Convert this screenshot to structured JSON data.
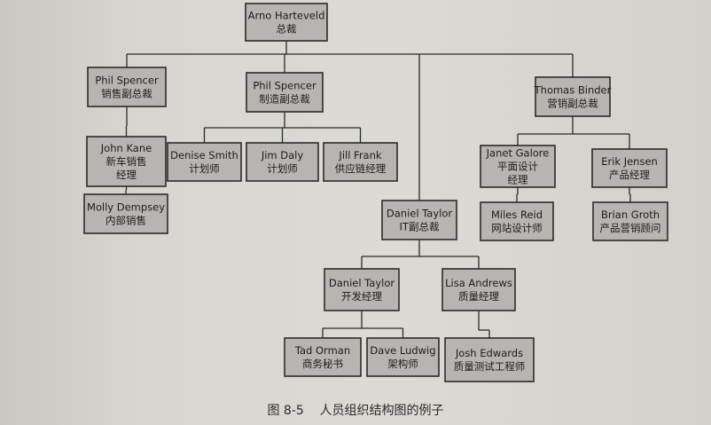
{
  "nodes": [
    {
      "id": "arno",
      "lines": [
        "Arno Harteveld",
        "总裁"
      ]
    },
    {
      "id": "phil-sales",
      "lines": [
        "Phil Spencer",
        "销售副总裁"
      ]
    },
    {
      "id": "phil-mfg",
      "lines": [
        "Phil Spencer",
        "制造副总裁"
      ]
    },
    {
      "id": "thomas",
      "lines": [
        "Thomas Binder",
        "营销副总裁"
      ]
    },
    {
      "id": "john",
      "lines": [
        "John Kane",
        "新车销售",
        "经理"
      ]
    },
    {
      "id": "molly",
      "lines": [
        "Molly Dempsey",
        "内部销售"
      ]
    },
    {
      "id": "denise",
      "lines": [
        "Denise Smith",
        "计划师"
      ]
    },
    {
      "id": "jim",
      "lines": [
        "Jim Daly",
        "计划师"
      ]
    },
    {
      "id": "jill",
      "lines": [
        "Jill Frank",
        "供应链经理"
      ]
    },
    {
      "id": "daniel-it",
      "lines": [
        "Daniel Taylor",
        "IT副总裁"
      ]
    },
    {
      "id": "janet",
      "lines": [
        "Janet Galore",
        "平面设计",
        "经理"
      ]
    },
    {
      "id": "erik",
      "lines": [
        "Erik Jensen",
        "产品经理"
      ]
    },
    {
      "id": "miles",
      "lines": [
        "Miles Reid",
        "网站设计师"
      ]
    },
    {
      "id": "brian",
      "lines": [
        "Brian Groth",
        "产品营销顾问"
      ]
    },
    {
      "id": "daniel-dev",
      "lines": [
        "Daniel Taylor",
        "开发经理"
      ]
    },
    {
      "id": "lisa",
      "lines": [
        "Lisa Andrews",
        "质量经理"
      ]
    },
    {
      "id": "tad",
      "lines": [
        "Tad Orman",
        "商务秘书"
      ]
    },
    {
      "id": "dave",
      "lines": [
        "Dave Ludwig",
        "架构师"
      ]
    },
    {
      "id": "josh",
      "lines": [
        "Josh Edwards",
        "质量测试工程师"
      ]
    }
  ],
  "edges": [
    [
      "arno",
      "phil-sales"
    ],
    [
      "arno",
      "phil-mfg"
    ],
    [
      "arno",
      "thomas"
    ],
    [
      "arno",
      "daniel-it"
    ],
    [
      "phil-sales",
      "john"
    ],
    [
      "john",
      "molly"
    ],
    [
      "phil-mfg",
      "denise"
    ],
    [
      "phil-mfg",
      "jim"
    ],
    [
      "phil-mfg",
      "jill"
    ],
    [
      "thomas",
      "janet"
    ],
    [
      "thomas",
      "erik"
    ],
    [
      "janet",
      "miles"
    ],
    [
      "erik",
      "brian"
    ],
    [
      "daniel-it",
      "daniel-dev"
    ],
    [
      "daniel-it",
      "lisa"
    ],
    [
      "daniel-dev",
      "tad"
    ],
    [
      "daniel-dev",
      "dave"
    ],
    [
      "lisa",
      "josh"
    ]
  ],
  "caption": "图 8-5    人员组织结构图的例子"
}
